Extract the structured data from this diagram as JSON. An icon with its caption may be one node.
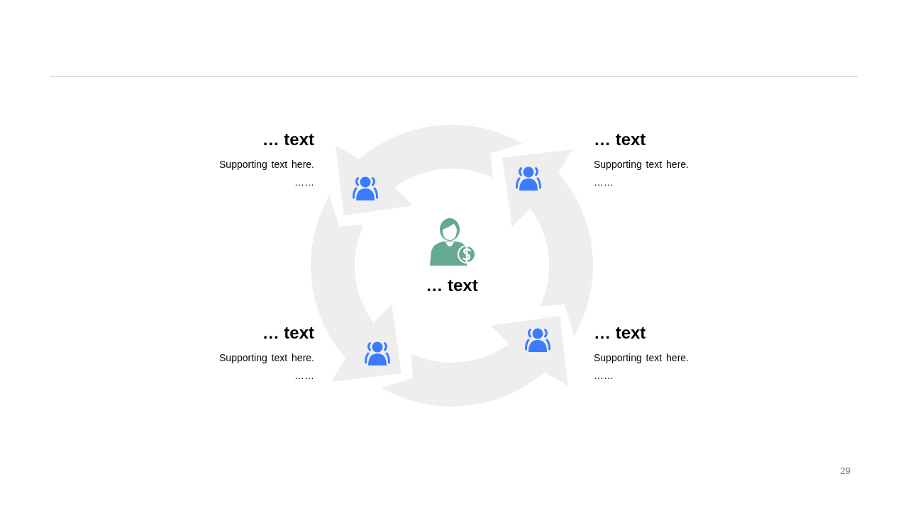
{
  "diagram": {
    "nodes": [
      {
        "text": [
          "… text",
          "Supporting text here. ……"
        ]
      },
      {
        "text": [
          "… text",
          "Supporting text here. ……"
        ]
      },
      {
        "text": [
          "… text"
        ]
      },
      {
        "text": [
          "… text",
          "Supporting text here. ……"
        ]
      },
      {
        "text": [
          "… text",
          "Supporting text here. ……"
        ]
      }
    ],
    "labels": [
      "29"
    ]
  }
}
